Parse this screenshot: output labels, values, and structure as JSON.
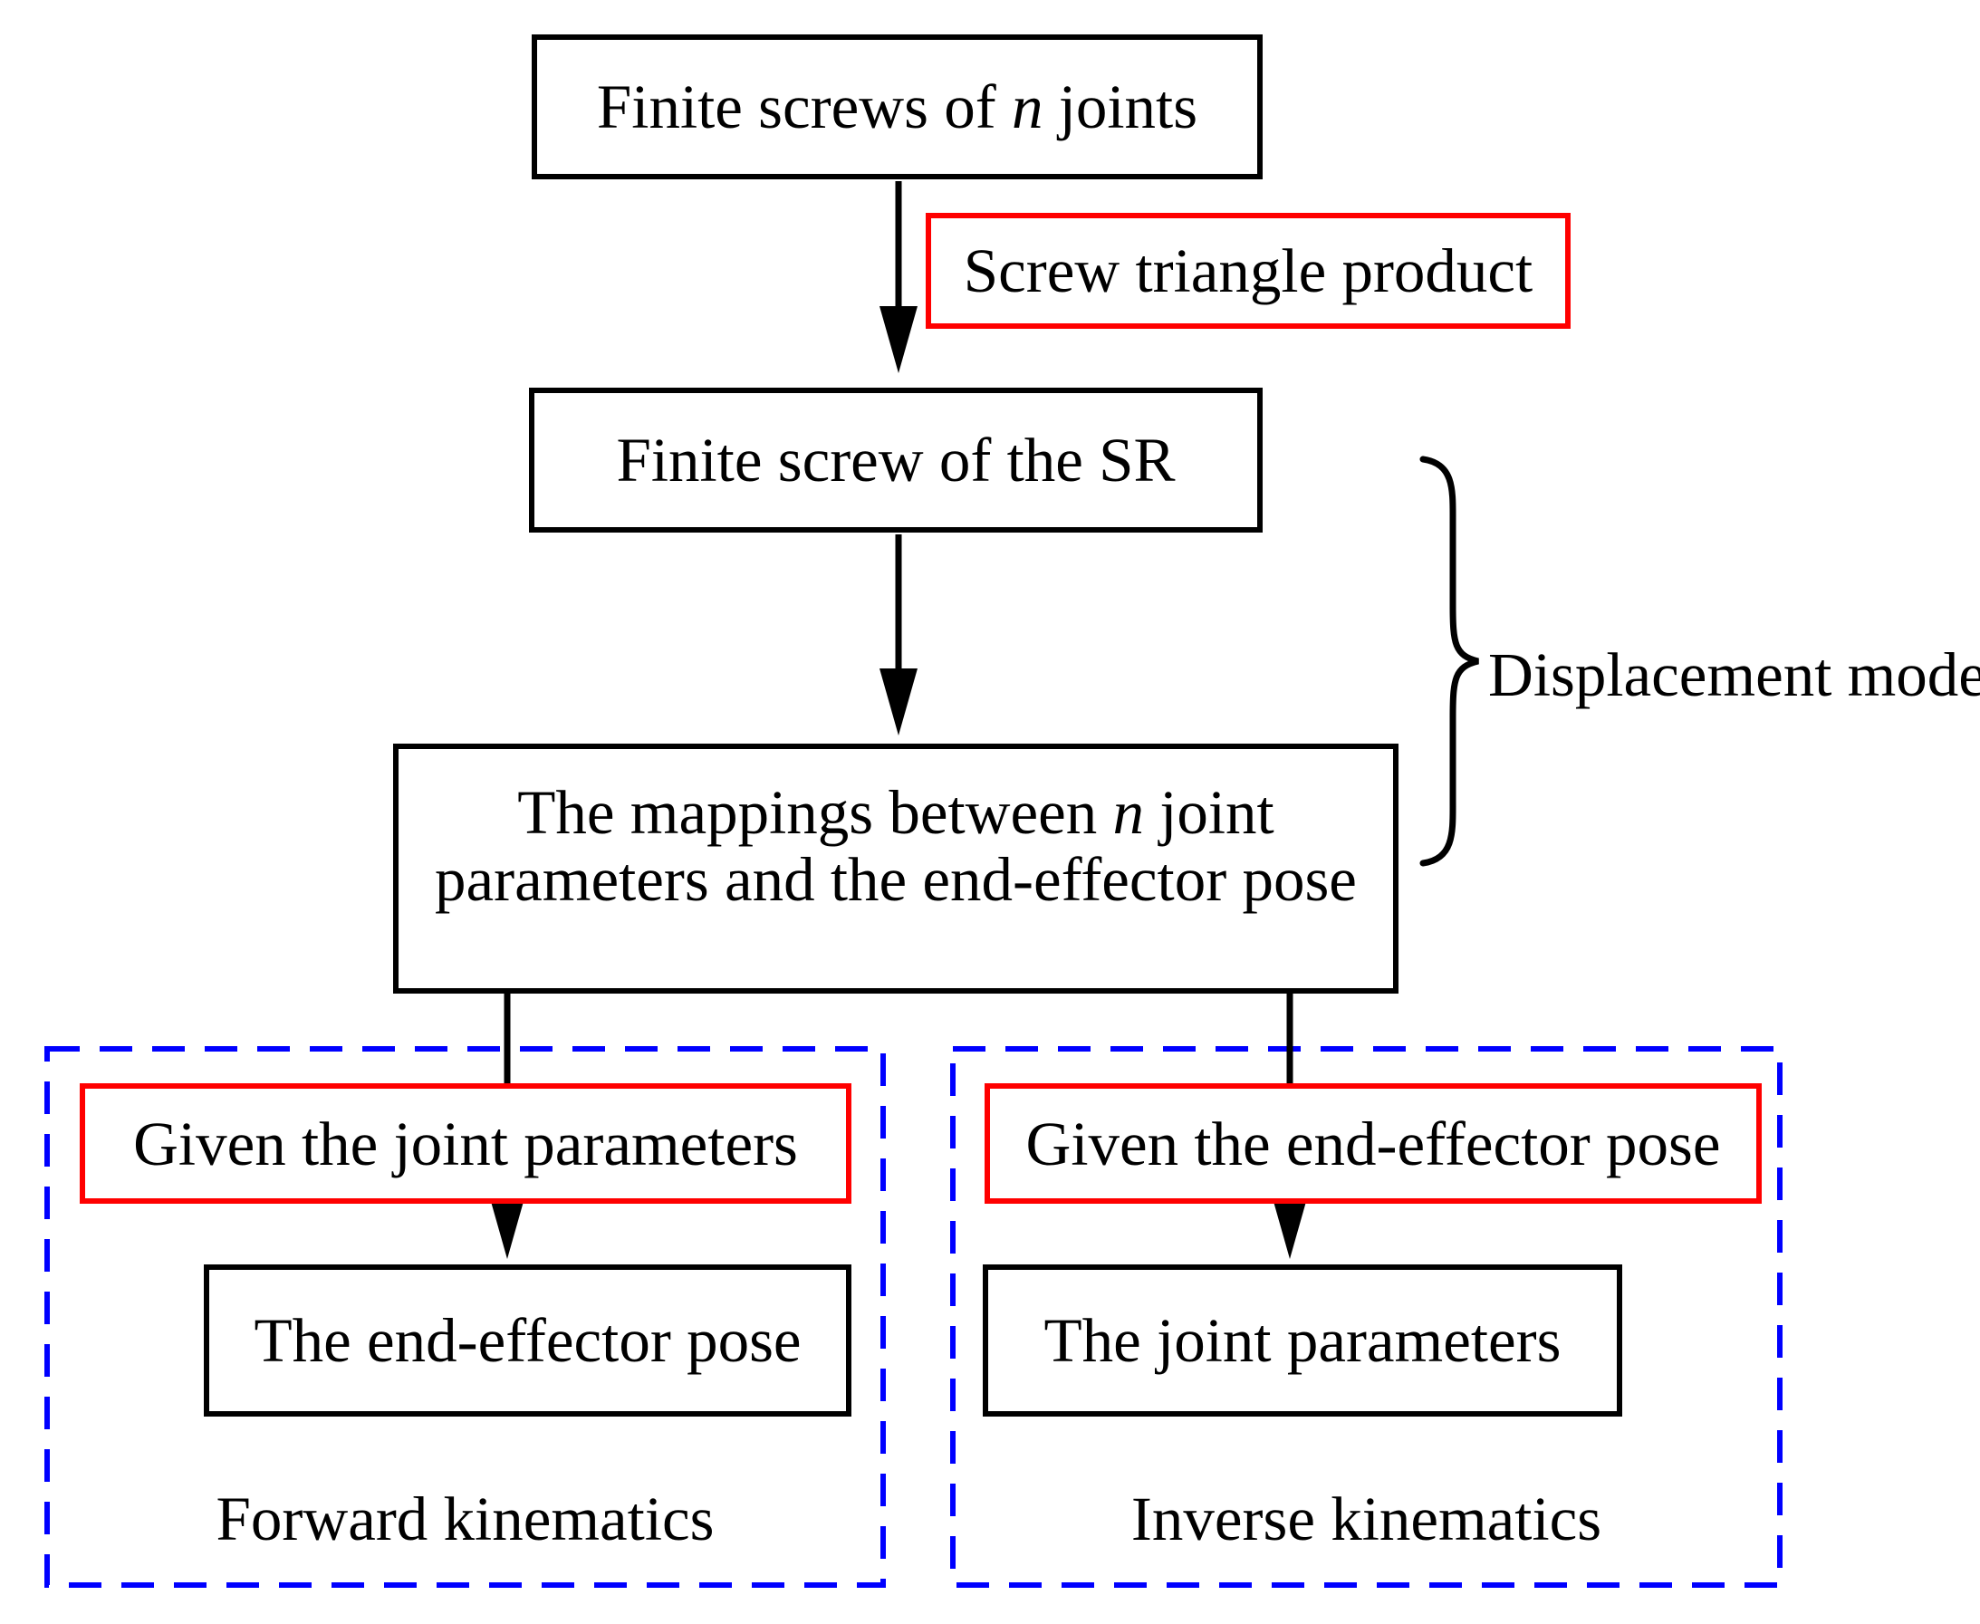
{
  "figure": {
    "nodes": {
      "finite_screws": {
        "pre": "Finite screws of ",
        "var": "n",
        "post": " joints"
      },
      "screw_triangle": {
        "label": "Screw triangle product"
      },
      "finite_screw_sr": {
        "label": "Finite screw of the SR"
      },
      "mappings": {
        "line1_pre": "The mappings between ",
        "line1_var": "n",
        "line1_post": " joint",
        "line2": "parameters and the end-effector pose"
      }
    },
    "brace_label": "Displacement model",
    "forward_panel": {
      "given": "Given the joint parameters",
      "result": "The end-effector pose",
      "caption": "Forward kinematics"
    },
    "inverse_panel": {
      "given": "Given the end-effector pose",
      "result": "The joint parameters",
      "caption": "Inverse kinematics"
    },
    "colors": {
      "box_border": "#000000",
      "highlight_border": "#ff0000",
      "panel_border": "#0000ff",
      "arrow": "#000000",
      "text": "#000000",
      "background": "#ffffff"
    }
  }
}
